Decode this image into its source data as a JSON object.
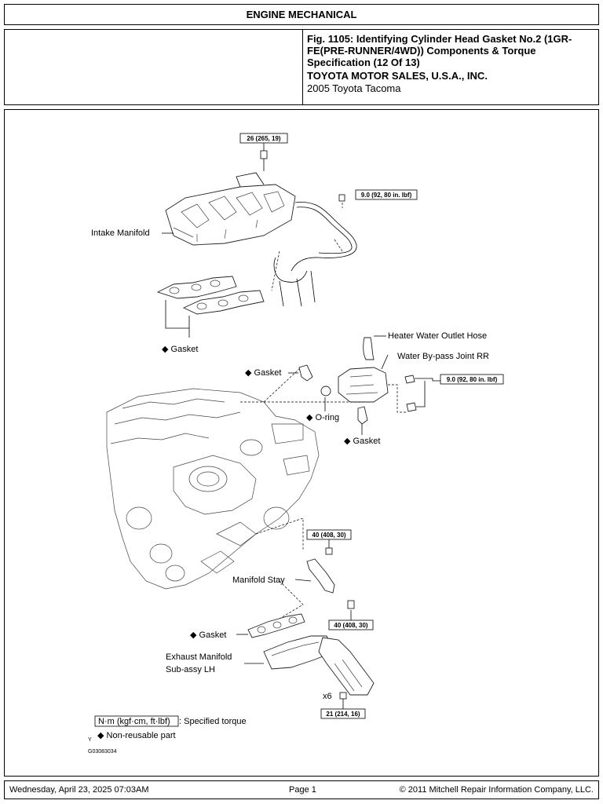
{
  "header": {
    "section": "ENGINE MECHANICAL"
  },
  "caption": {
    "title": "Fig. 1105: Identifying Cylinder Head Gasket No.2 (1GR-FE(PRE-RUNNER/4WD)) Components & Torque Specification (12 Of 13)",
    "company": "TOYOTA MOTOR SALES, U.S.A., INC.",
    "vehicle": "2005 Toyota Tacoma"
  },
  "diagram": {
    "torque_specs": {
      "t1": "26 (265, 19)",
      "t2": "9.0 (92, 80 in. lbf)",
      "t3": "9.0 (92, 80 in. lbf)",
      "t4": "40 (408, 30)",
      "t5": "40 (408, 30)",
      "t6": "21 (214, 16)"
    },
    "labels": {
      "intake_manifold": "Intake Manifold",
      "gasket_intake": "Gasket",
      "heater_hose": "Heater Water Outlet Hose",
      "bypass_joint": "Water By-pass Joint RR",
      "gasket_bypass_top": "Gasket",
      "o_ring": "O-ring",
      "gasket_bypass_bottom": "Gasket",
      "manifold_stay": "Manifold Stay",
      "gasket_exhaust": "Gasket",
      "exhaust_line1": "Exhaust Manifold",
      "exhaust_line2": "Sub-assy  LH",
      "qty": "x6"
    },
    "legend": {
      "unit_box": "N·m (kgf·cm, ft·lbf)",
      "unit_desc": ": Specified torque",
      "nonreusable": "Non-reusable part",
      "stray_mark": "Y"
    },
    "figure_code": "G03083034",
    "diamond_symbol": "◆"
  },
  "footer": {
    "date": "Wednesday, April 23, 2025  07:03AM",
    "page": "Page 1",
    "copyright": "© 2011 Mitchell Repair Information Company, LLC."
  }
}
